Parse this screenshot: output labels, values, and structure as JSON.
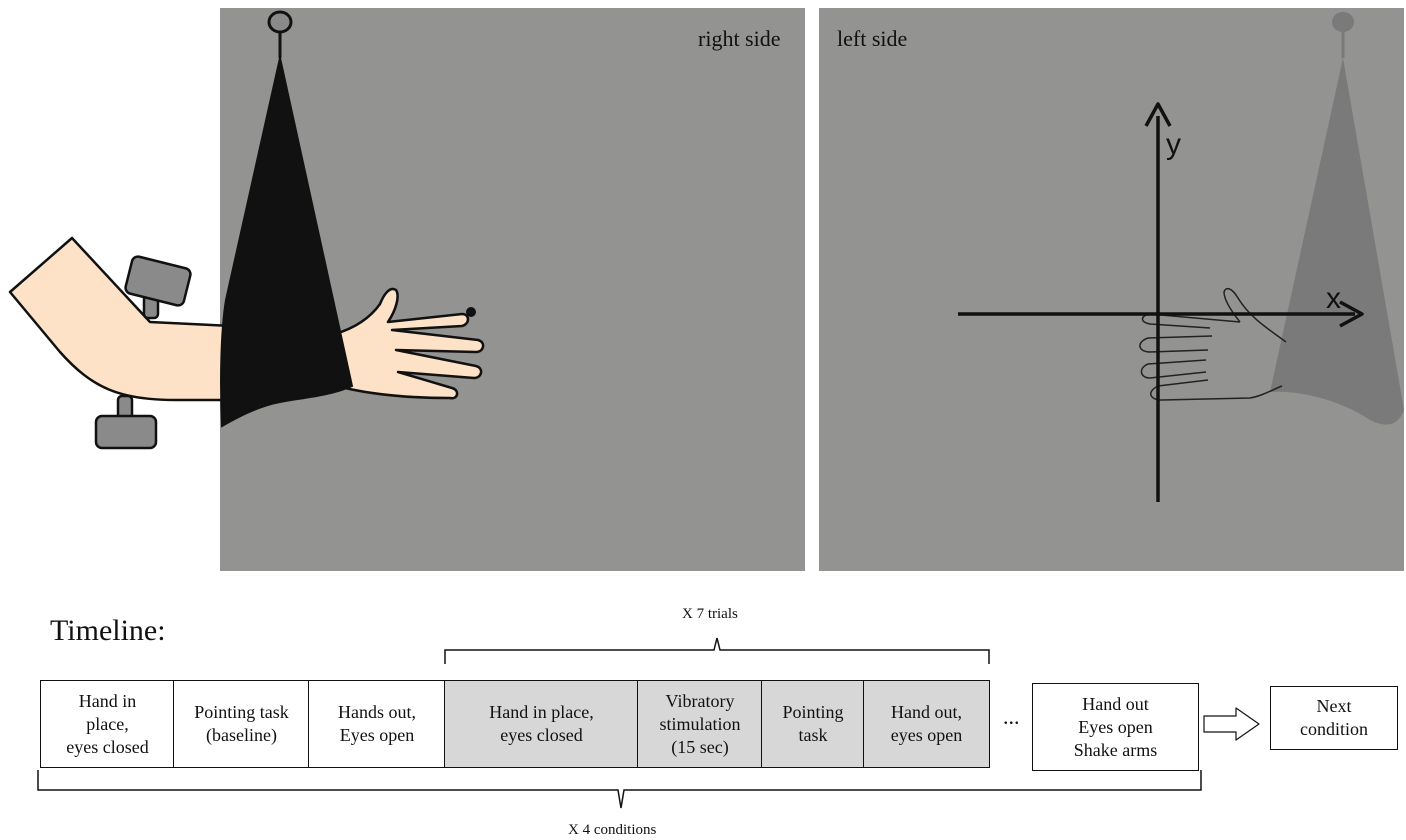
{
  "panels": {
    "right_label": "right side",
    "left_label": "left side"
  },
  "axes": {
    "x_label": "x",
    "y_label": "y"
  },
  "timeline": {
    "title": "Timeline:",
    "repeat_trials": "X 7 trials",
    "repeat_conditions": "X 4 conditions",
    "ellipsis": "...",
    "steps": [
      {
        "label": "Hand in\nplace,\neyes closed",
        "shaded": false
      },
      {
        "label": "Pointing task\n(baseline)",
        "shaded": false
      },
      {
        "label": "Hands out,\nEyes open",
        "shaded": false
      },
      {
        "label": "Hand in place,\neyes closed",
        "shaded": true
      },
      {
        "label": "Vibratory\nstimulation\n(15 sec)",
        "shaded": true
      },
      {
        "label": "Pointing\ntask",
        "shaded": true
      },
      {
        "label": "Hand out,\neyes open",
        "shaded": true
      }
    ],
    "end_step": "Hand out\nEyes open\nShake arms",
    "next_step": "Next\ncondition"
  }
}
